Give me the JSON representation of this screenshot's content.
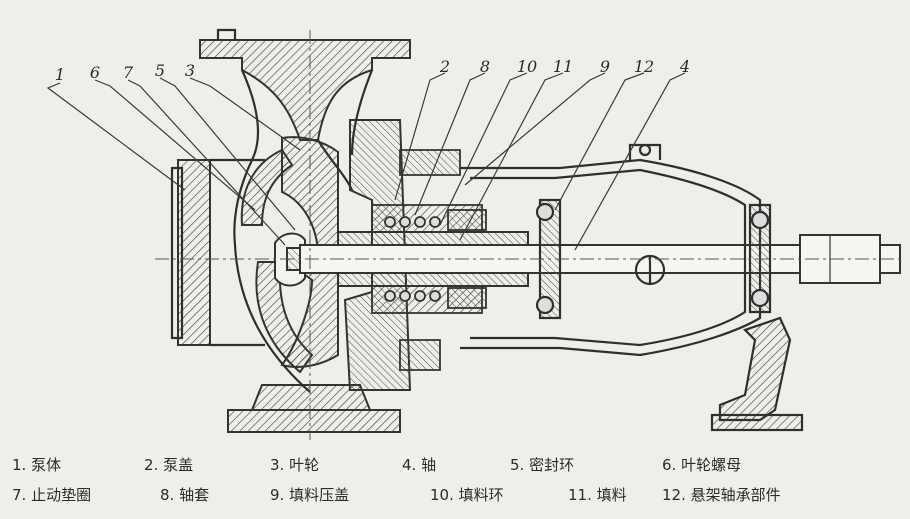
{
  "callouts": [
    {
      "num": "1",
      "part": "pump-body"
    },
    {
      "num": "6",
      "part": "impeller-nut"
    },
    {
      "num": "7",
      "part": "stop-washer"
    },
    {
      "num": "5",
      "part": "seal-ring"
    },
    {
      "num": "3",
      "part": "impeller"
    },
    {
      "num": "2",
      "part": "pump-cover"
    },
    {
      "num": "8",
      "part": "shaft-sleeve"
    },
    {
      "num": "10",
      "part": "packing-ring"
    },
    {
      "num": "11",
      "part": "packing"
    },
    {
      "num": "9",
      "part": "packing-gland"
    },
    {
      "num": "12",
      "part": "bearing-bracket"
    },
    {
      "num": "4",
      "part": "shaft"
    }
  ],
  "legend": {
    "row1": [
      "1. 泵体",
      "2. 泵盖",
      "3. 叶轮",
      "4. 轴",
      "5. 密封环",
      "6. 叶轮螺母"
    ],
    "row2": [
      "7. 止动垫圈",
      "8. 轴套",
      "9. 填料压盖",
      "10. 填料环",
      "11. 填料",
      "12. 悬架轴承部件"
    ]
  }
}
